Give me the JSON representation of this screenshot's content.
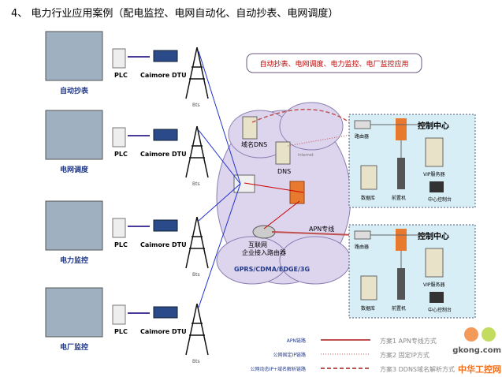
{
  "title": "4、 电力行业应用案例（配电监控、电网自动化、自动抄表、电网调度）",
  "banner": "自动抄表、电网调度、电力监控、电厂监控应用",
  "sites": [
    {
      "label": "自动抄表",
      "plc": "PLC",
      "dtu": "Caimore DTU",
      "bts": "Bts"
    },
    {
      "label": "电网调度",
      "plc": "PLC",
      "dtu": "Caimore DTU",
      "bts": "Bts"
    },
    {
      "label": "电力监控",
      "plc": "PLC",
      "dtu": "Caimore DTU",
      "bts": "Bts"
    },
    {
      "label": "电厂监控",
      "plc": "PLC",
      "dtu": "Caimore DTU",
      "bts": "Bts"
    }
  ],
  "cloud": {
    "domain_dns": "域名DNS",
    "dns": "DNS",
    "internet": "Internet",
    "router1": "互联网",
    "router2": "企业接入路由器",
    "network": "GPRS/CDMA/EDGE/3G",
    "apn": "APN专线"
  },
  "centers": [
    {
      "title": "控制中心",
      "router": "路由器",
      "vip": "VIP服务器",
      "front": "前置机",
      "db": "数据库",
      "console": "中心控制台"
    },
    {
      "title": "控制中心",
      "router": "路由器",
      "vip": "VIP服务器",
      "front": "前置机",
      "db": "数据库",
      "console": "中心控制台"
    }
  ],
  "legend": [
    {
      "label": "APN链路",
      "scheme": "方案1 APN专线方式",
      "color": "#c0504d"
    },
    {
      "label": "公网固定IP链路",
      "scheme": "方案2 固定IP方式",
      "color": "#c0504d"
    },
    {
      "label": "公网动态IP+域名解析链路",
      "scheme": "方案3 DDNS域名解析方式",
      "color": "#c0504d"
    }
  ],
  "watermark": {
    "text": "中华工控网",
    "site": "gkong.com"
  }
}
